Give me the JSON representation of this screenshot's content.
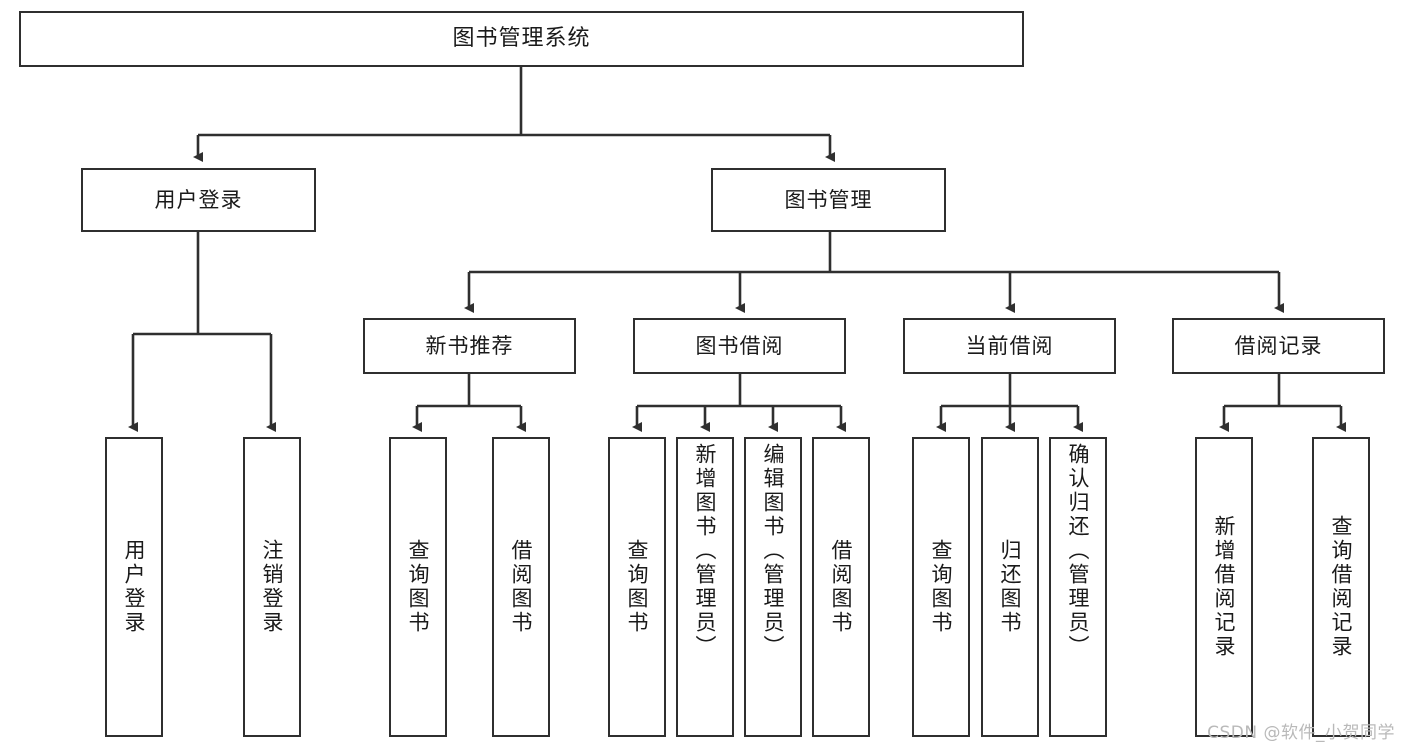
{
  "diagram": {
    "title": "图书管理系统",
    "watermark": "CSDN @软件_小贺同学",
    "colors": {
      "background": "#ffffff",
      "node_border": "#2f2f2f",
      "node_fill": "#ffffff",
      "edge": "#2f2f2f",
      "text": "#1a1a1a",
      "watermark": "#b9b9b9"
    },
    "levels": {
      "root": "图书管理系统",
      "level2": [
        "用户登录",
        "图书管理"
      ],
      "level3": [
        "新书推荐",
        "图书借阅",
        "当前借阅",
        "借阅记录"
      ]
    },
    "nodes": {
      "root": {
        "label": "图书管理系统"
      },
      "user_login": {
        "label": "用户登录"
      },
      "book_manage": {
        "label": "图书管理"
      },
      "new_book_rec": {
        "label": "新书推荐"
      },
      "book_borrow": {
        "label": "图书借阅"
      },
      "current_borrow": {
        "label": "当前借阅"
      },
      "borrow_record": {
        "label": "借阅记录"
      },
      "leaf_user_login": {
        "label": "用户登录"
      },
      "leaf_logout": {
        "label": "注销登录"
      },
      "leaf_query_book_1": {
        "label": "查询图书"
      },
      "leaf_borrow_book_1": {
        "label": "借阅图书"
      },
      "leaf_query_book_2": {
        "label": "查询图书"
      },
      "leaf_add_book": {
        "label": "新增图书（管理员）"
      },
      "leaf_edit_book": {
        "label": "编辑图书（管理员）"
      },
      "leaf_borrow_book_2": {
        "label": "借阅图书"
      },
      "leaf_query_book_3": {
        "label": "查询图书"
      },
      "leaf_return_book": {
        "label": "归还图书"
      },
      "leaf_confirm_return": {
        "label": "确认归还（管理员）"
      },
      "leaf_add_record": {
        "label": "新增借阅记录"
      },
      "leaf_query_record": {
        "label": "查询借阅记录"
      }
    },
    "tree": [
      {
        "label": "图书管理系统",
        "children": [
          {
            "label": "用户登录",
            "children": [
              {
                "label": "用户登录"
              },
              {
                "label": "注销登录"
              }
            ]
          },
          {
            "label": "图书管理",
            "children": [
              {
                "label": "新书推荐",
                "children": [
                  {
                    "label": "查询图书"
                  },
                  {
                    "label": "借阅图书"
                  }
                ]
              },
              {
                "label": "图书借阅",
                "children": [
                  {
                    "label": "查询图书"
                  },
                  {
                    "label": "新增图书（管理员）"
                  },
                  {
                    "label": "编辑图书（管理员）"
                  },
                  {
                    "label": "借阅图书"
                  }
                ]
              },
              {
                "label": "当前借阅",
                "children": [
                  {
                    "label": "查询图书"
                  },
                  {
                    "label": "归还图书"
                  },
                  {
                    "label": "确认归还（管理员）"
                  }
                ]
              },
              {
                "label": "借阅记录",
                "children": [
                  {
                    "label": "新增借阅记录"
                  },
                  {
                    "label": "查询借阅记录"
                  }
                ]
              }
            ]
          }
        ]
      }
    ]
  }
}
